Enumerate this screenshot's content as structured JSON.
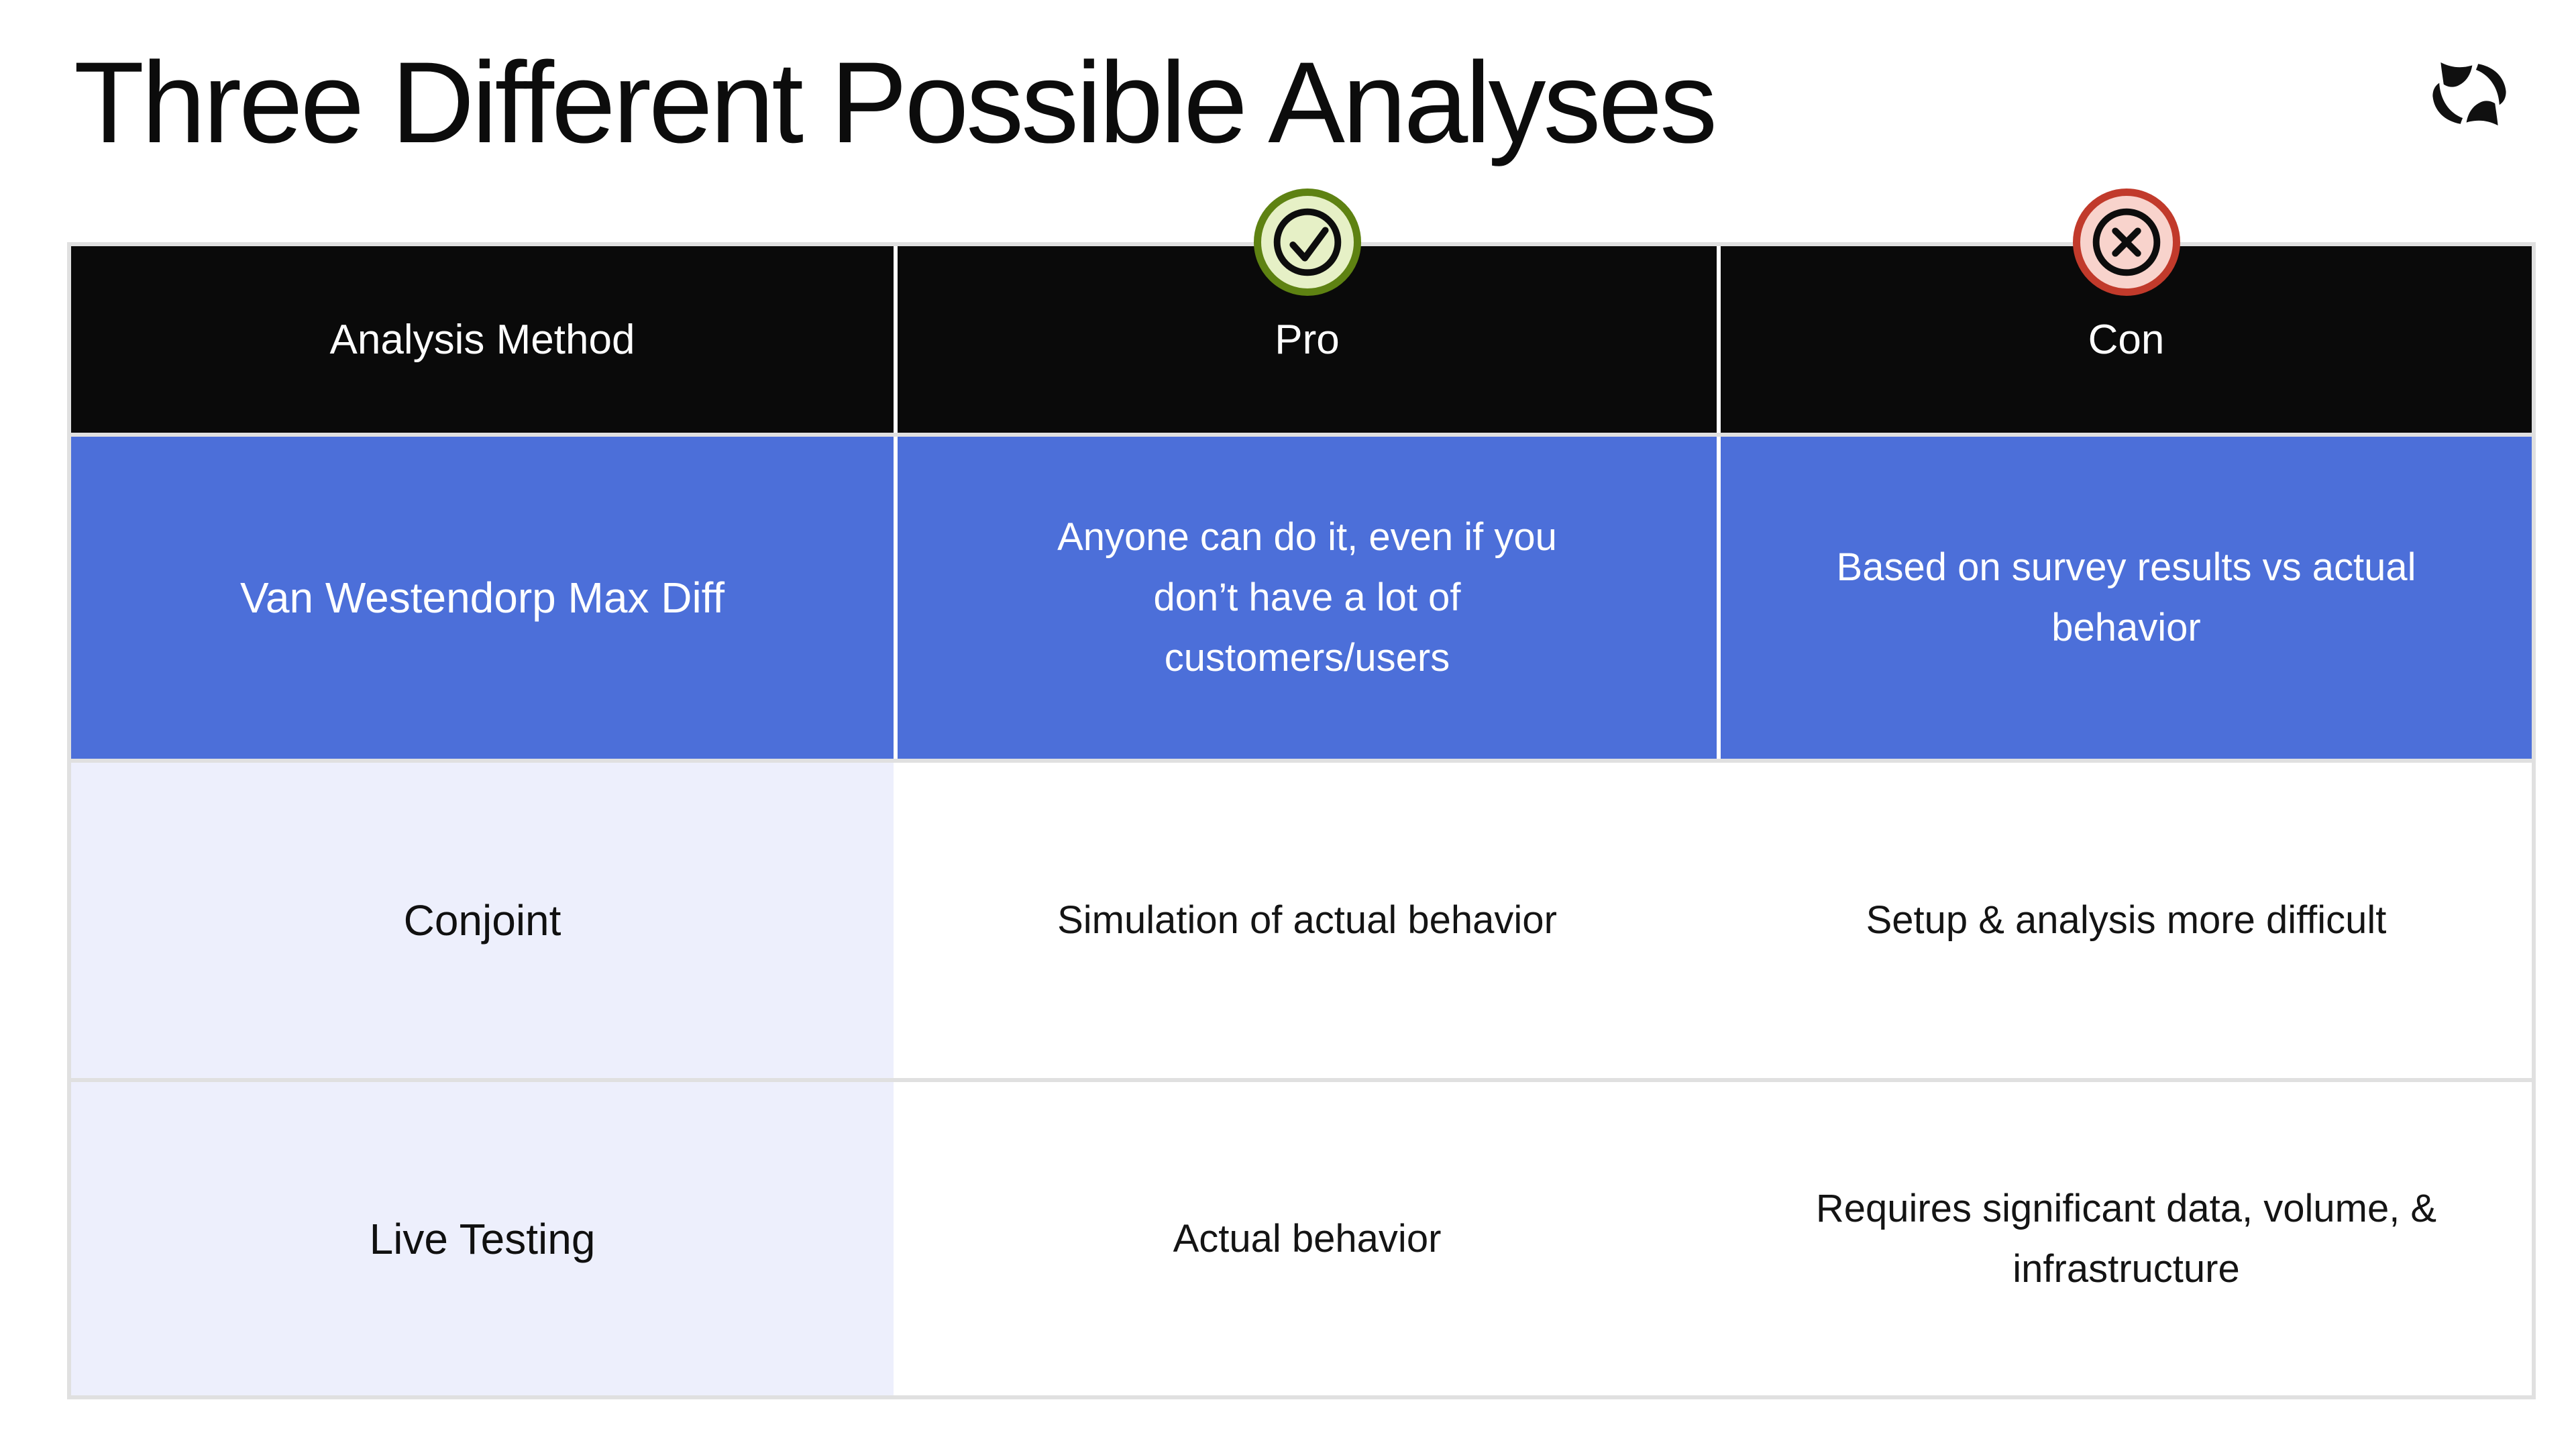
{
  "title": "Three Different Possible Analyses",
  "logo": {
    "name": "reforge-logo-mark",
    "color": "#101010"
  },
  "header": {
    "method_label": "Analysis Method",
    "pro_label": "Pro",
    "con_label": "Con",
    "pro_icon": "check-circle-icon",
    "con_icon": "x-circle-icon"
  },
  "table": {
    "rows": [
      {
        "method": "Van Westendorp Max Diff",
        "pro": "Anyone can do it, even if you don’t have a lot of customers/users",
        "con": "Based on survey results vs actual behavior",
        "highlighted": true
      },
      {
        "method": "Conjoint",
        "pro": "Simulation of actual behavior",
        "con": "Setup & analysis more difficult",
        "highlighted": false
      },
      {
        "method": "Live Testing",
        "pro": "Actual behavior",
        "con": "Requires significant data, volume, & infrastructure",
        "highlighted": false
      }
    ]
  },
  "colors": {
    "header_bg": "#0A0A0A",
    "header_text": "#FFFFFF",
    "highlight_row_bg": "#4C6FD9",
    "highlight_row_text": "#FFFFFF",
    "method_column_bg": "#EDEFFC",
    "body_text": "#141414",
    "grid_line": "#E0E0E0",
    "pro_badge_ring": "#5E8212",
    "pro_badge_fill": "#E6F0C6",
    "con_badge_ring": "#C13A2B",
    "con_badge_fill": "#F8D3CC",
    "icon_stroke": "#0D0D0D"
  }
}
